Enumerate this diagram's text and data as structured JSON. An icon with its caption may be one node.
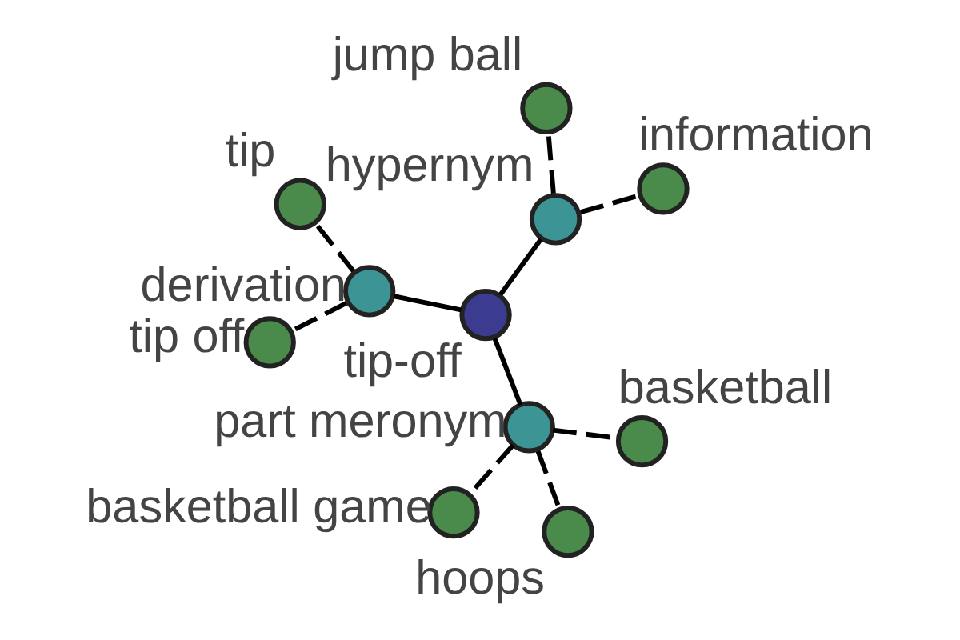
{
  "diagram": {
    "nodes": [
      {
        "text": [
          "tip"
        ]
      },
      {
        "text": [
          "derivation"
        ]
      },
      {
        "text": [
          "tip off"
        ]
      },
      {
        "text": [
          "tip-off"
        ]
      },
      {
        "text": [
          "hypernym"
        ]
      },
      {
        "text": [
          "jump ball"
        ]
      },
      {
        "text": [
          "part meronym"
        ]
      },
      {
        "text": [
          "information"
        ]
      },
      {
        "text": [
          "basketball game"
        ]
      },
      {
        "text": [
          "hoops"
        ]
      },
      {
        "text": [
          "basketball"
        ]
      }
    ],
    "edges": [
      {
        "from": 1,
        "to": 0,
        "arrow": "none",
        "style": "dashed"
      },
      {
        "from": 1,
        "to": 2,
        "arrow": "none",
        "style": "dashed"
      },
      {
        "from": 3,
        "to": 1,
        "arrow": "none"
      },
      {
        "from": 3,
        "to": 4,
        "arrow": "none"
      },
      {
        "from": 3,
        "to": 6,
        "arrow": "none"
      },
      {
        "from": 4,
        "to": 5,
        "arrow": "none",
        "style": "dashed"
      },
      {
        "from": 4,
        "to": 7,
        "arrow": "none",
        "style": "dashed"
      },
      {
        "from": 6,
        "to": 8,
        "arrow": "none",
        "style": "dashed"
      },
      {
        "from": 6,
        "to": 9,
        "arrow": "none",
        "style": "dashed"
      },
      {
        "from": 6,
        "to": 10,
        "arrow": "none",
        "style": "dashed"
      }
    ]
  }
}
